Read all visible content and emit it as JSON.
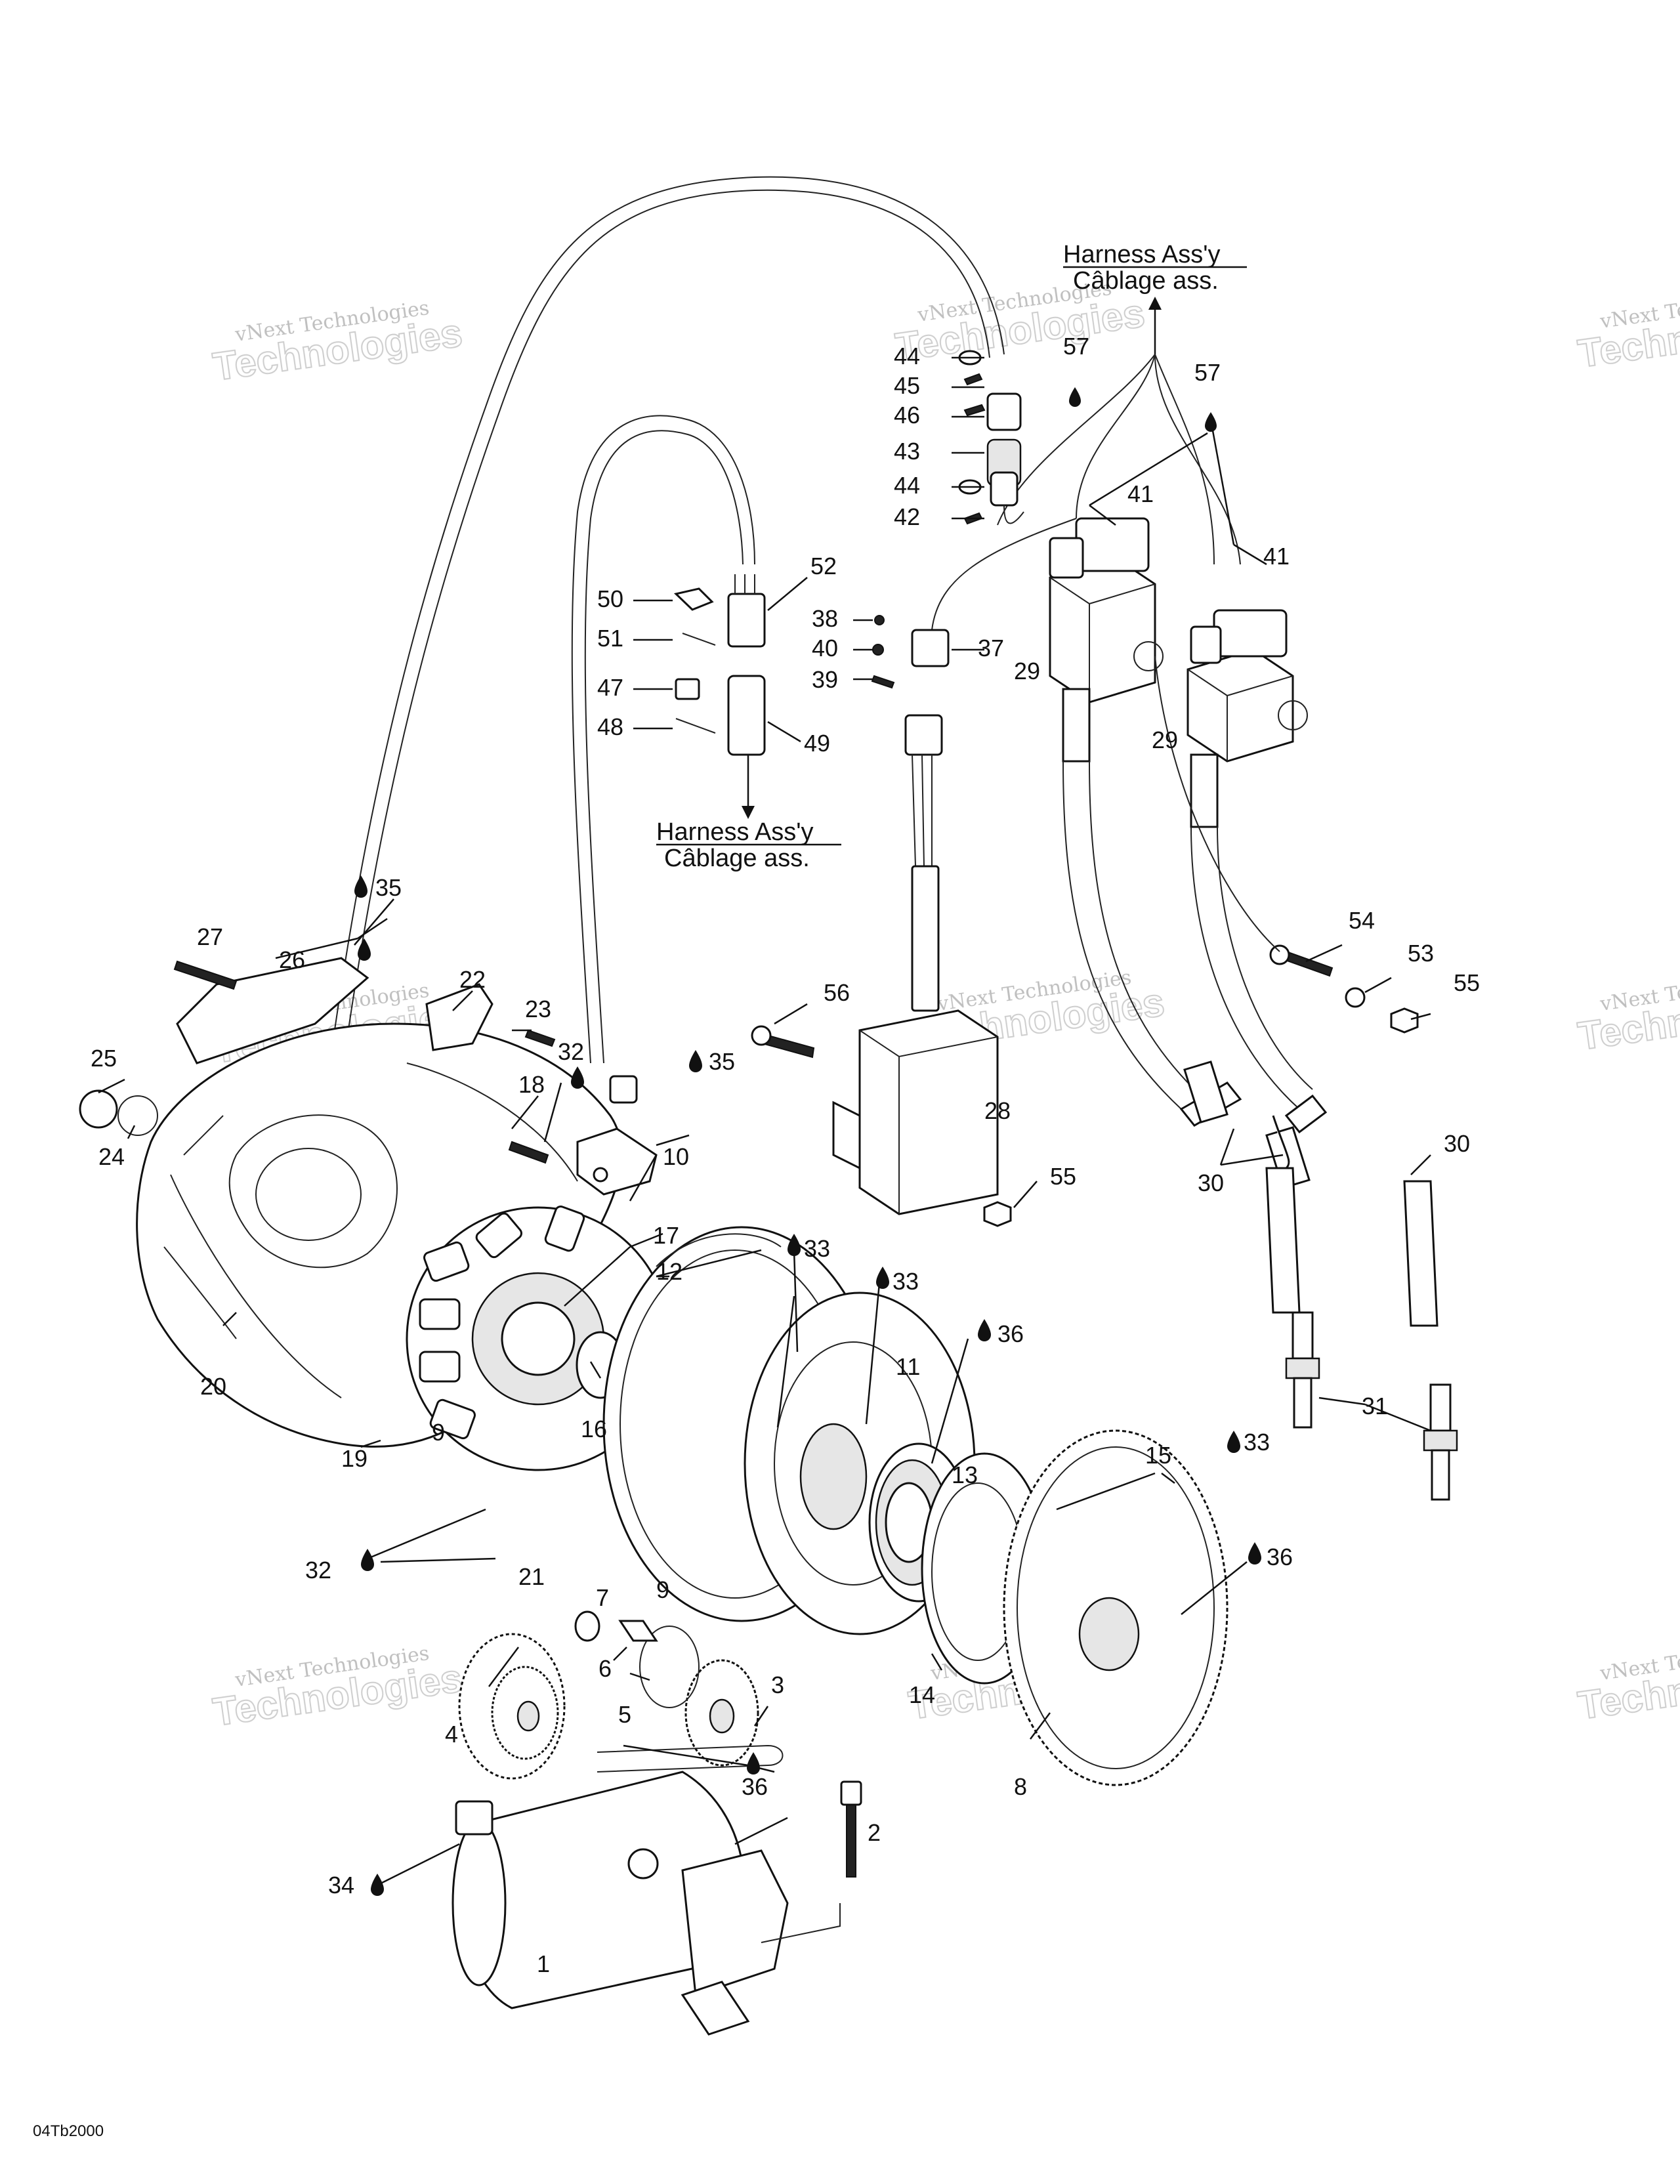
{
  "diagram": {
    "code": "04Tb2000",
    "watermark": {
      "line1": "vNext Technologies",
      "line2": "Technologies"
    },
    "harness_top": {
      "line1": "Harness Ass'y",
      "line2": "Câblage ass."
    },
    "harness_mid": {
      "line1": "Harness Ass'y",
      "line2": "Câblage ass."
    },
    "callouts": {
      "c1": "1",
      "c2": "2",
      "c3": "3",
      "c4": "4",
      "c5": "5",
      "c6": "6",
      "c7": "7",
      "c8": "8",
      "c9a": "9",
      "c9b": "9",
      "c10": "10",
      "c11": "11",
      "c12": "12",
      "c13": "13",
      "c14": "14",
      "c15": "15",
      "c16": "16",
      "c17": "17",
      "c18": "18",
      "c19": "19",
      "c20": "20",
      "c21": "21",
      "c22": "22",
      "c23": "23",
      "c24": "24",
      "c25": "25",
      "c26": "26",
      "c27": "27",
      "c28": "28",
      "c29a": "29",
      "c29b": "29",
      "c30a": "30",
      "c30b": "30",
      "c31": "31",
      "c32a": "32",
      "c32b": "32",
      "c33a": "33",
      "c33b": "33",
      "c33c": "33",
      "c34": "34",
      "c35a": "35",
      "c35b": "35",
      "c36a": "36",
      "c36b": "36",
      "c36c": "36",
      "c37": "37",
      "c38": "38",
      "c39": "39",
      "c40": "40",
      "c41a": "41",
      "c41b": "41",
      "c42": "42",
      "c43": "43",
      "c44a": "44",
      "c44b": "44",
      "c45": "45",
      "c46": "46",
      "c47": "47",
      "c48": "48",
      "c49": "49",
      "c50": "50",
      "c51": "51",
      "c52": "52",
      "c53": "53",
      "c54": "54",
      "c55a": "55",
      "c55b": "55",
      "c56": "56",
      "c57a": "57",
      "c57b": "57"
    }
  }
}
